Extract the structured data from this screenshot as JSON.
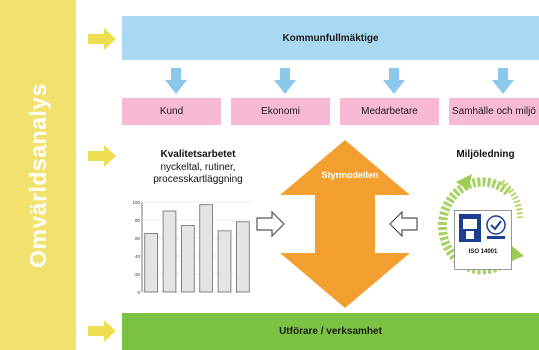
{
  "sidebar": {
    "label": "Omvärldsanalys"
  },
  "top_box": {
    "label": "Kommunfullmäktige"
  },
  "pink_boxes": [
    "Kund",
    "Ekonomi",
    "Medarbetare",
    "Samhälle och miljö"
  ],
  "kvalitet": {
    "title": "Kvalitetsarbetet",
    "subtitle_line1": "nyckeltal, rutiner,",
    "subtitle_line2": "processkartläggning"
  },
  "miljo": {
    "title": "Miljöledning"
  },
  "center": {
    "label": "Styrmodellen"
  },
  "bottom_box": {
    "label": "Utförare / verksamhet"
  },
  "certificate": {
    "iso_label": "ISO 14001"
  },
  "colors": {
    "sidebar": "#f2e16d",
    "arrow_yellow": "#eedd4e",
    "top_box": "#a8d8f2",
    "arrow_blue": "#8cc8ec",
    "pink": "#f7b9d3",
    "orange": "#f3a030",
    "green": "#7cc242"
  },
  "chart_data": {
    "type": "bar",
    "categories": [
      "",
      "",
      "",
      "",
      "",
      ""
    ],
    "values": [
      65,
      90,
      74,
      97,
      68,
      78
    ],
    "ylim": [
      0,
      100
    ],
    "yticks": [
      "0",
      "20",
      "40",
      "60",
      "80",
      "100"
    ],
    "grid": true
  }
}
